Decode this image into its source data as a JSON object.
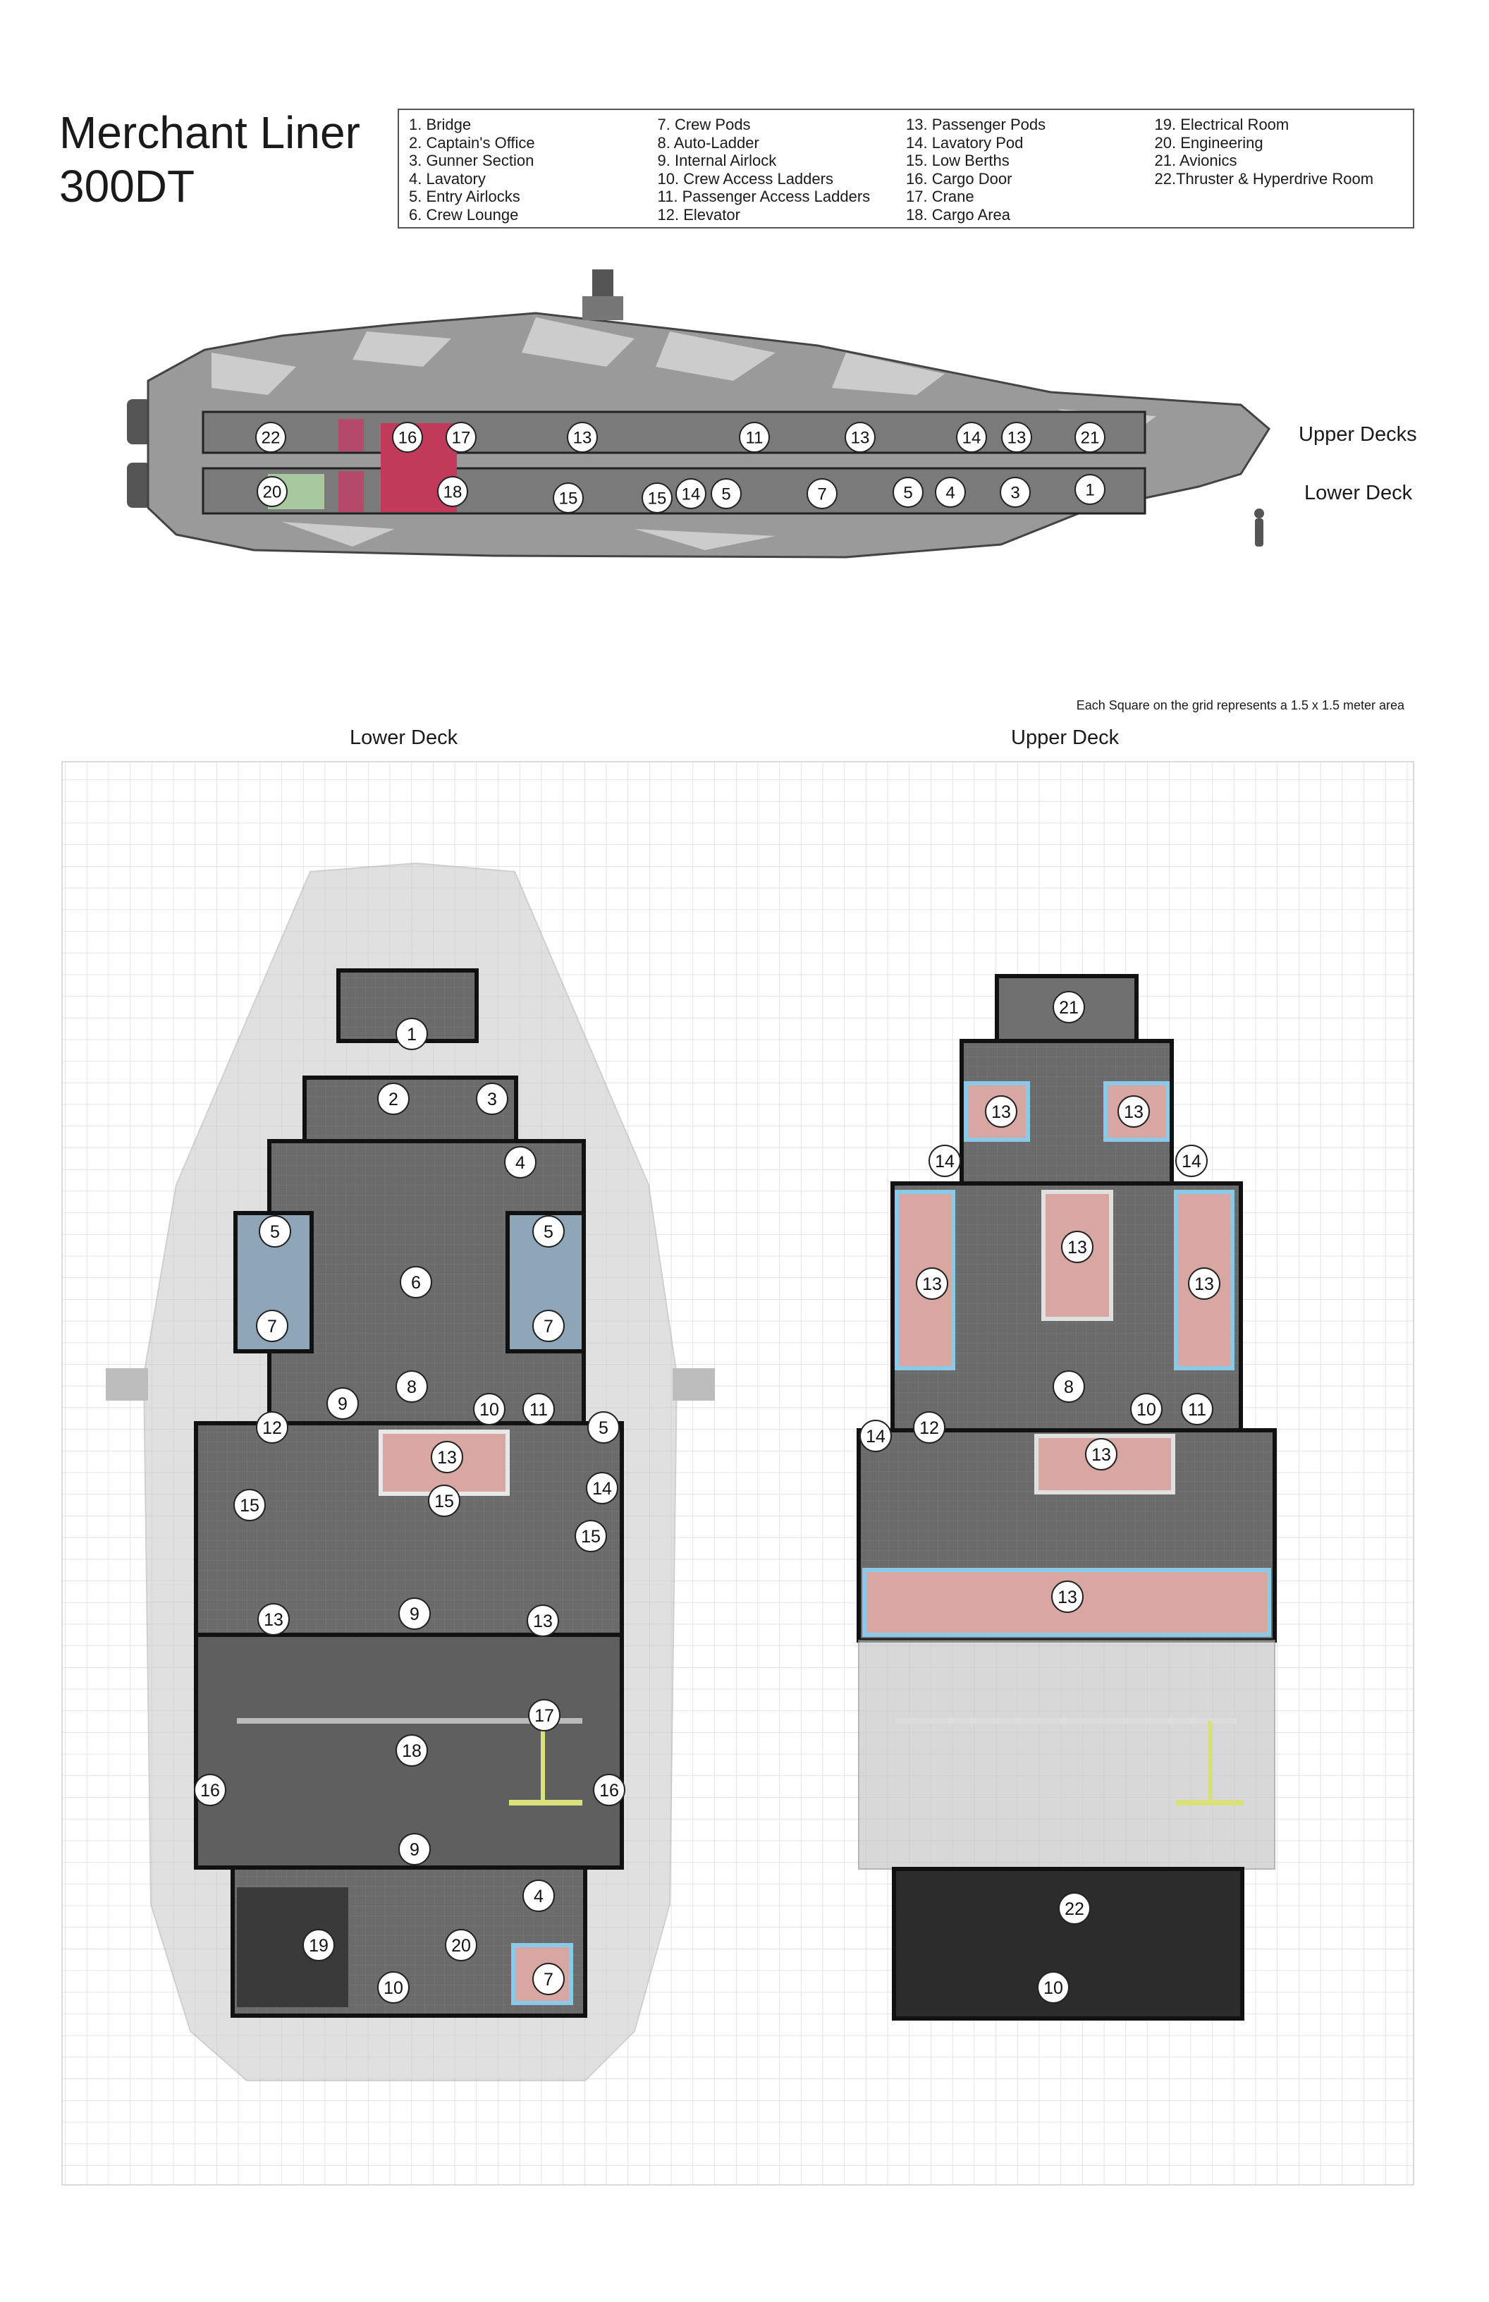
{
  "title": [
    "Merchant Liner",
    "300DT"
  ],
  "legend": [
    [
      "1. Bridge",
      "2. Captain's Office",
      "3. Gunner Section",
      "4. Lavatory",
      "5. Entry Airlocks",
      "6. Crew Lounge"
    ],
    [
      "7. Crew Pods",
      "8. Auto-Ladder",
      "9. Internal Airlock",
      "10. Crew Access Ladders",
      "11. Passenger Access Ladders",
      "12. Elevator"
    ],
    [
      "13. Passenger Pods",
      "14. Lavatory Pod",
      "15. Low Berths",
      "16. Cargo Door",
      "17. Crane",
      "18. Cargo Area"
    ],
    [
      "19. Electrical Room",
      "20. Engineering",
      "21. Avionics",
      "22.Thruster & Hyperdrive Room"
    ]
  ],
  "side_labels": {
    "upper": "Upper Decks",
    "lower": "Lower Deck"
  },
  "scale_note": "Each Square on the grid represents a 1.5 x 1.5 meter area",
  "plans": {
    "lower": "Lower Deck",
    "upper": "Upper Deck"
  },
  "side_upper_markers": [
    "22",
    "16",
    "17",
    "13",
    "11",
    "13",
    "14",
    "13",
    "21"
  ],
  "side_lower_markers": [
    "20",
    "18",
    "15",
    "15",
    "14",
    "5",
    "7",
    "5",
    "4",
    "3",
    "1"
  ],
  "lower_markers": [
    "1",
    "2",
    "3",
    "4",
    "5",
    "5",
    "6",
    "7",
    "7",
    "8",
    "9",
    "10",
    "11",
    "5",
    "12",
    "13",
    "14",
    "15",
    "15",
    "15",
    "13",
    "9",
    "13",
    "17",
    "18",
    "16",
    "16",
    "9",
    "4",
    "19",
    "20",
    "7",
    "10"
  ],
  "upper_markers": [
    "21",
    "13",
    "13",
    "14",
    "14",
    "13",
    "13",
    "13",
    "8",
    "10",
    "11",
    "12",
    "14",
    "13",
    "13",
    "22",
    "10"
  ],
  "colors": {
    "hull": "#8a8a8a",
    "floor": "#6f6f6f",
    "wall": "#111111",
    "pod": "#d9a7a1",
    "pod_frame": "#8cc8e8",
    "crane": "#d9e27a",
    "grid": "#dcdcdc"
  }
}
